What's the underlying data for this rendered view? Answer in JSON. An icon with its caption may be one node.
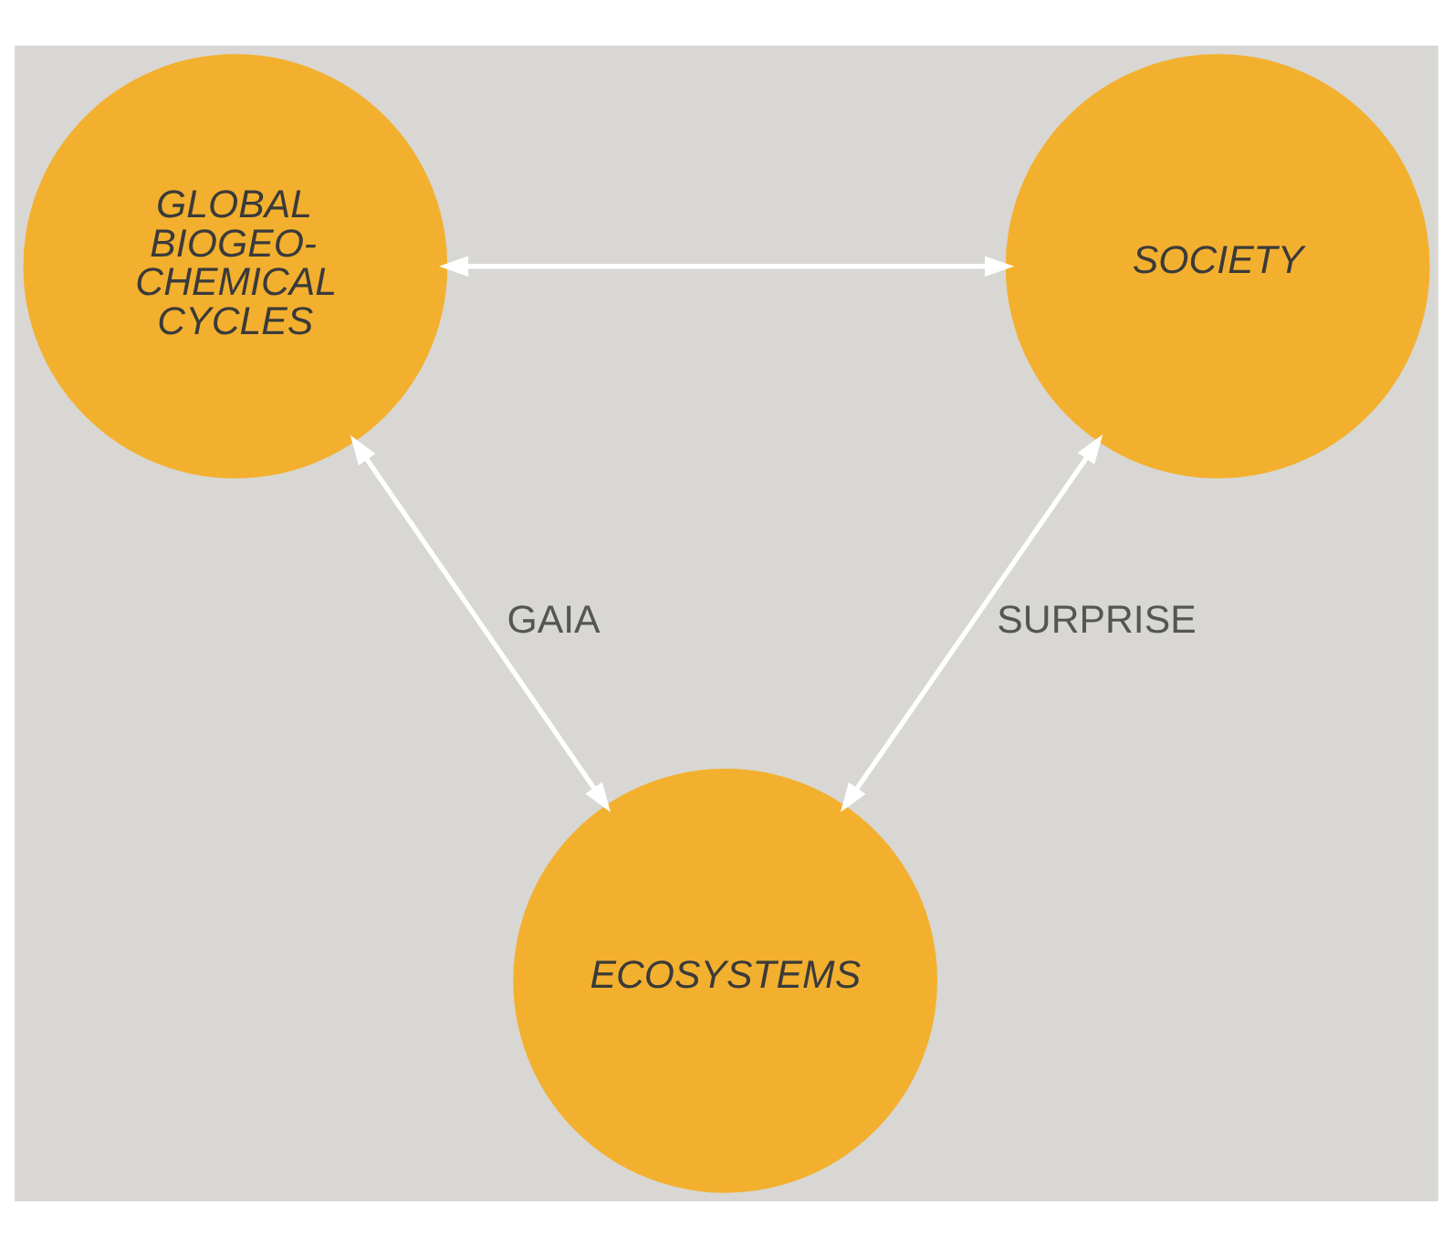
{
  "diagram": {
    "nodes": [
      {
        "text": [
          "GLOBAL BIOGEO- CHEMICAL CYCLES"
        ]
      },
      {
        "text": [
          "SOCIETY"
        ]
      },
      {
        "text": [
          "ECOSYSTEMS"
        ]
      }
    ],
    "edges": [
      {
        "from": 0,
        "to": 1,
        "arrow": "both"
      },
      {
        "from": 0,
        "to": 2,
        "arrow": "both",
        "label": "GAIA"
      },
      {
        "from": 1,
        "to": 2,
        "arrow": "both",
        "label": "SURPRISE"
      }
    ]
  }
}
